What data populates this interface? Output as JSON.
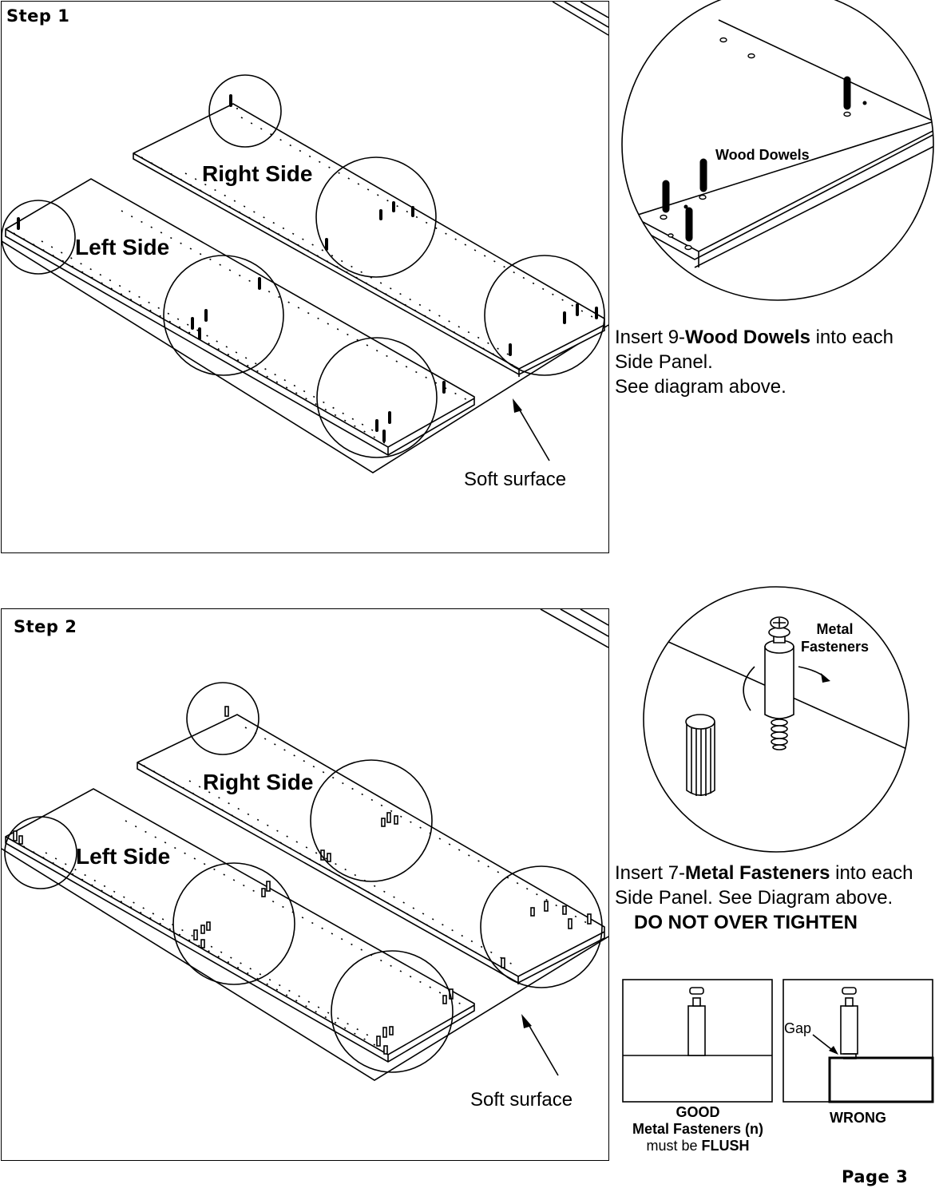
{
  "steps": [
    {
      "title": "Step 1",
      "labels": {
        "right": "Right Side",
        "left": "Left Side",
        "surface": "Soft surface"
      },
      "detail_callout": "Wood Dowels",
      "instruction": {
        "line1_pre": "Insert 9-",
        "line1_bold": "Wood Dowels",
        "line1_post": " into each",
        "line2": "Side Panel.",
        "line3": "See diagram above."
      }
    },
    {
      "title": "Step 2",
      "labels": {
        "right": "Right Side",
        "left": "Left Side",
        "surface": "Soft surface"
      },
      "detail_callout_line1": "Metal",
      "detail_callout_line2": "Fasteners",
      "instruction": {
        "line1_pre": "Insert 7-",
        "line1_bold": "Metal Fasteners",
        "line1_post": " into each",
        "line2": "Side Panel. See Diagram above.",
        "line3": "DO NOT OVER TIGHTEN"
      },
      "comparison": {
        "good_title": "GOOD",
        "good_line2": "Metal Fasteners (n)",
        "good_line3_pre": "must be ",
        "good_line3_bold": "FLUSH",
        "wrong_title": "WRONG",
        "gap_label": "Gap"
      }
    }
  ],
  "page_label": "Page 3"
}
